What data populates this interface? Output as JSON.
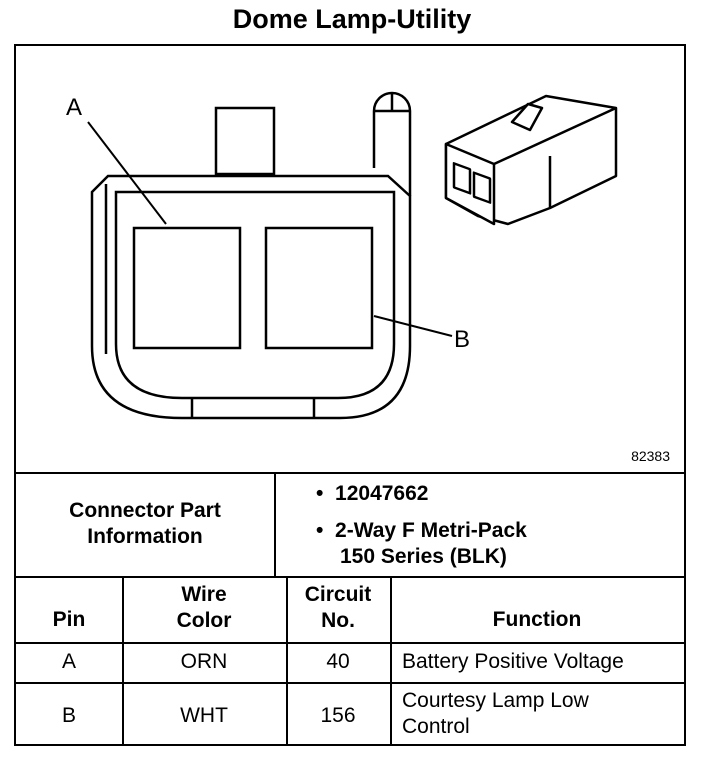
{
  "title": "Dome Lamp-Utility",
  "diagram": {
    "label_a": "A",
    "label_b": "B",
    "figure_number": "82383"
  },
  "connector_info": {
    "label_line1": "Connector Part",
    "label_line2": "Information",
    "bullet1": "12047662",
    "bullet2_line1": "2-Way F Metri-Pack",
    "bullet2_line2": "150 Series (BLK)",
    "bullet_char": "•"
  },
  "table": {
    "headers": {
      "pin": "Pin",
      "wire_color_line1": "Wire",
      "wire_color_line2": "Color",
      "circuit_line1": "Circuit",
      "circuit_line2": "No.",
      "function": "Function"
    },
    "rows": [
      {
        "pin": "A",
        "color": "ORN",
        "circuit": "40",
        "function_line1": "Battery Positive Voltage",
        "function_line2": ""
      },
      {
        "pin": "B",
        "color": "WHT",
        "circuit": "156",
        "function_line1": "Courtesy Lamp Low",
        "function_line2": "Control"
      }
    ]
  }
}
